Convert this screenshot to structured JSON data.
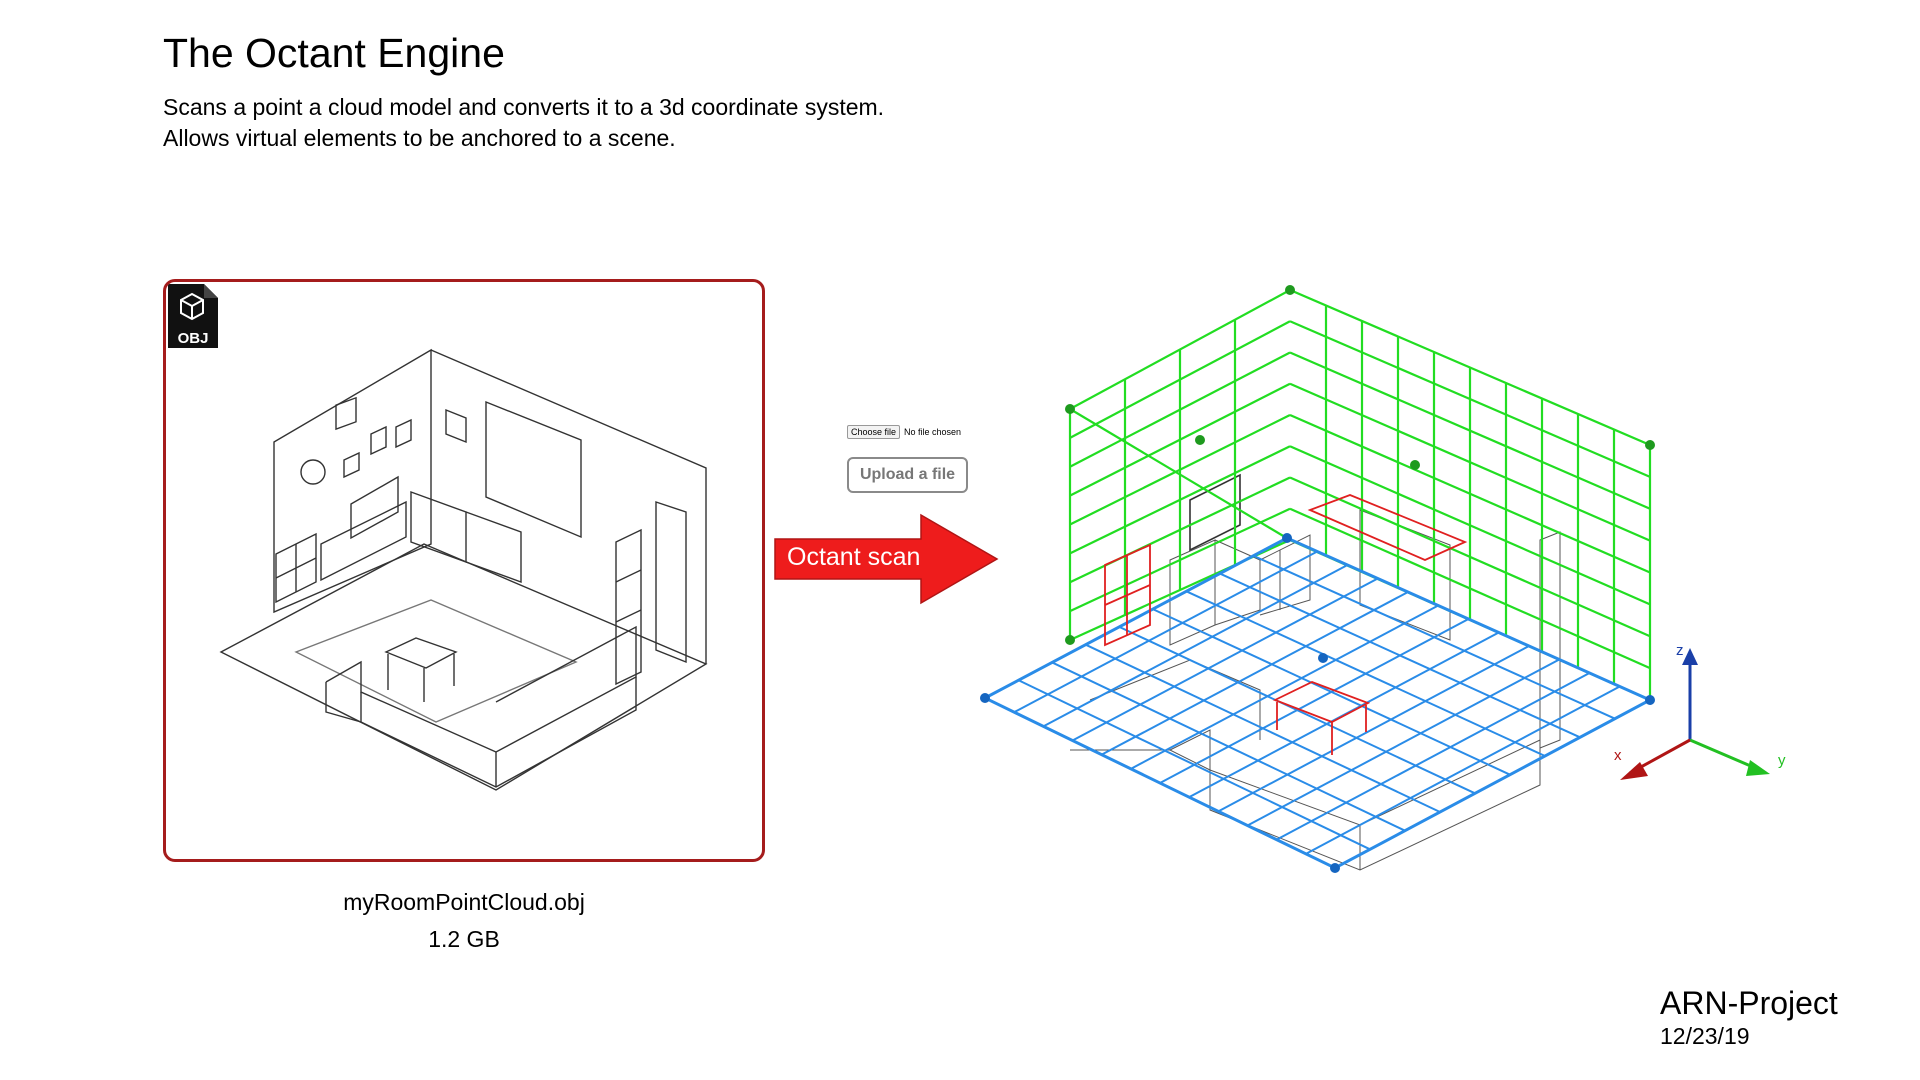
{
  "title": "The Octant Engine",
  "description": [
    "Scans a point a cloud model and converts it to a 3d coordinate system.",
    "Allows virtual elements to be anchored to a scene."
  ],
  "source": {
    "icon_label": "OBJ",
    "file_name": "myRoomPointCloud.obj",
    "file_size": "1.2 GB"
  },
  "uploader": {
    "choose_label": "Choose file",
    "status": "No file chosen",
    "upload_label": "Upload a file"
  },
  "action": {
    "label": "Octant scan",
    "color": "#ee1c1c"
  },
  "axes": {
    "x": "x",
    "y": "y",
    "z": "z"
  },
  "colors": {
    "card_border": "#a51c1c",
    "wall_grid": "#22dd22",
    "floor_grid": "#2a8ce8",
    "highlight": "#e02020"
  },
  "footer": {
    "project": "ARN-Project",
    "date": "12/23/19"
  }
}
